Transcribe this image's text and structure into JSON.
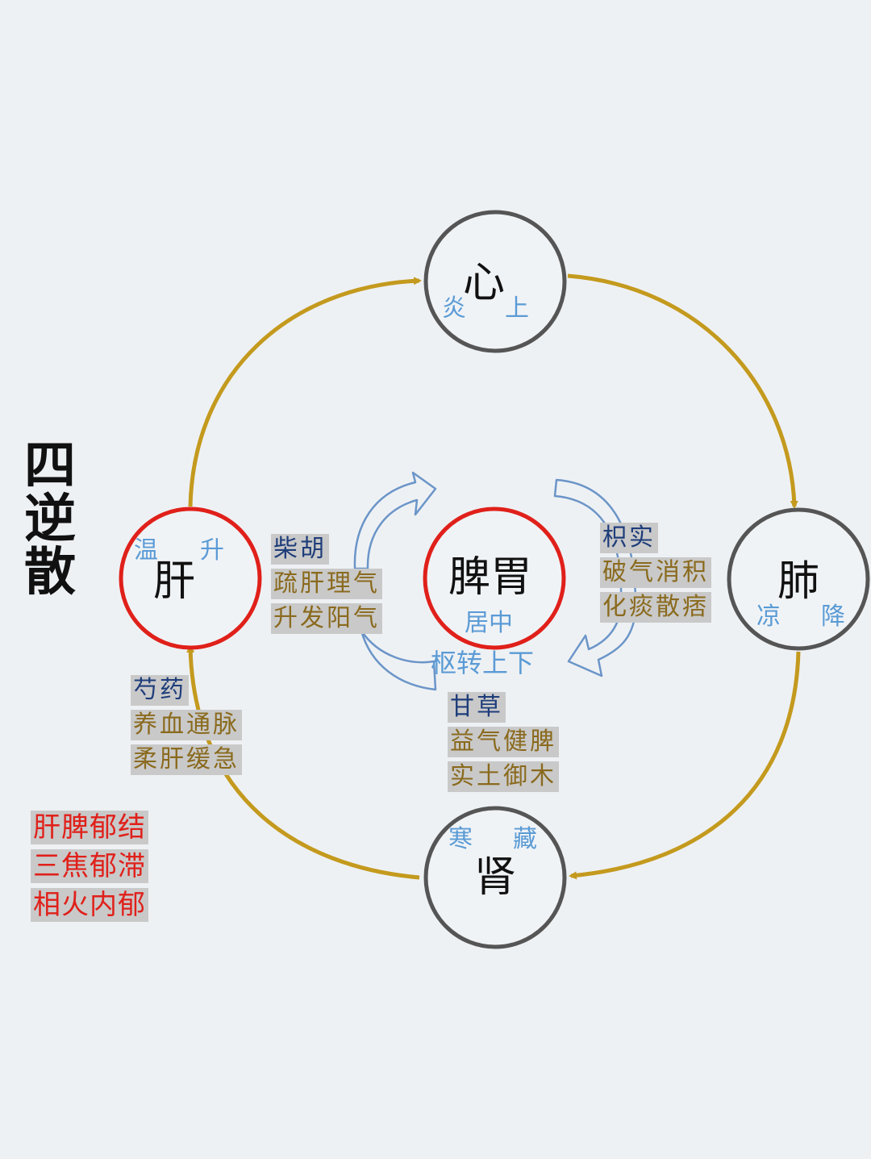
{
  "title": [
    "四",
    "逆",
    "散"
  ],
  "organs": {
    "heart": {
      "name": "心",
      "dir_left": "炎",
      "dir_right": "上"
    },
    "lung": {
      "name": "肺",
      "dir_left": "凉",
      "dir_right": "降"
    },
    "kidney": {
      "name": "肾",
      "dir_left": "寒",
      "dir_right": "藏"
    },
    "liver": {
      "name": "肝",
      "dir_left": "温",
      "dir_right": "升"
    },
    "spleen": {
      "name": "脾胃",
      "sub": "居中",
      "pivot": "枢转上下"
    }
  },
  "herbs": {
    "chaihu": {
      "name": "柴胡",
      "actions": [
        "疏肝理气",
        "升发阳气"
      ]
    },
    "zhishi": {
      "name": "枳实",
      "actions": [
        "破气消积",
        "化痰散痞"
      ]
    },
    "shaoyao": {
      "name": "芍药",
      "actions": [
        "养血通脉",
        "柔肝缓急"
      ]
    },
    "gancao": {
      "name": "甘草",
      "actions": [
        "益气健脾",
        "实土御木"
      ]
    }
  },
  "pathology": [
    "肝脾郁结",
    "三焦郁滞",
    "相火内郁"
  ],
  "colors": {
    "outer_arc": "#c49a1e",
    "organ_ring": "#555555",
    "center_ring": "#e0201a",
    "inner_arrow": "#6b95c8",
    "direction_text": "#5b9bd5",
    "herb_name": "#1f3d7a",
    "herb_action": "#8a6a1e",
    "pathology": "#e0201a",
    "tag_bg": "#c9c9c9"
  }
}
